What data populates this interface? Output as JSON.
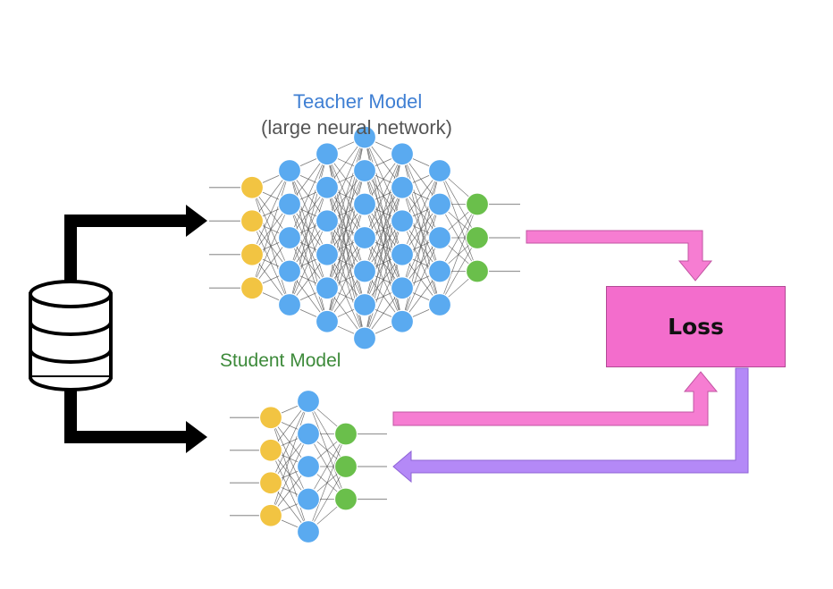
{
  "teacher": {
    "title": "Teacher Model",
    "subtitle": "(large neural network)",
    "layers": [
      4,
      5,
      6,
      7,
      6,
      5,
      3
    ]
  },
  "student": {
    "title": "Student Model",
    "layers": [
      4,
      5,
      3
    ]
  },
  "loss": {
    "label": "Loss"
  },
  "colors": {
    "input_node": "#f2c442",
    "hidden_node": "#5aaaf0",
    "output_node": "#6abf4b",
    "teacher_title": "#3f7fd3",
    "student_title": "#3d8a3a",
    "loss_box": "#f36dcc",
    "teacher_to_loss_arrow": "#f67dd2",
    "student_to_loss_arrow": "#f67dd2",
    "loss_to_student_arrow": "#b489f7",
    "data_arrows": "#000000"
  },
  "icons": {
    "data_source": "database-icon"
  }
}
